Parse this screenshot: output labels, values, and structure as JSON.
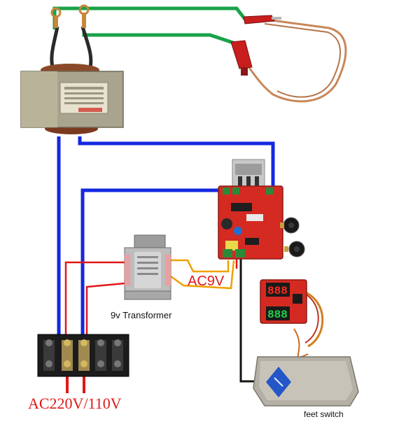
{
  "labels": {
    "ac_9v": "AC9V",
    "transformer_9v": "9v Transformer",
    "mains": "AC220V/110V",
    "foot_switch": "feet switch"
  },
  "colors": {
    "wire_blue": "#1428e0",
    "wire_green": "#1aa34a",
    "wire_red": "#e01818",
    "wire_orange": "#f0a000",
    "wire_black": "#141414",
    "label_red": "#e01818",
    "pcb_red": "#d42a22",
    "display_red": "#ff2a1a",
    "display_green": "#21d04a",
    "copper_lead": "#c8875a",
    "pedal_blue": "#2456c8"
  },
  "displays": {
    "upper": "888",
    "lower": "888"
  }
}
